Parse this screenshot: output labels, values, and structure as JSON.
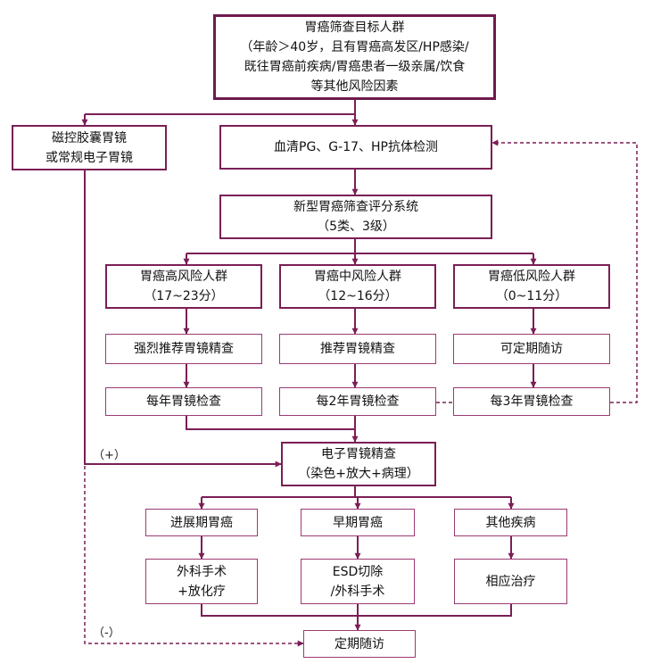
{
  "colors": {
    "stroke": "#7a1f55",
    "border": "#7a1f55",
    "text": "#111111"
  },
  "nodes": {
    "target": [
      "胃癌筛查目标人群",
      "（年龄＞40岁，且有胃癌高发区/HP感染/",
      "既往胃癌前疾病/胃癌患者一级亲属/饮食",
      "等其他风险因素"
    ],
    "capsule": [
      "磁控胶囊胃镜",
      "或常规电子胃镜"
    ],
    "serum": [
      "血清PG、G-17、HP抗体检测"
    ],
    "scoring": [
      "新型胃癌筛查评分系统",
      "（5类、3级）"
    ],
    "high": [
      "胃癌高风险人群",
      "（17~23分）"
    ],
    "mid": [
      "胃癌中风险人群",
      "（12~16分）"
    ],
    "low": [
      "胃癌低风险人群",
      "（0~11分）"
    ],
    "high_rec": [
      "强烈推荐胃镜精查"
    ],
    "mid_rec": [
      "推荐胃镜精查"
    ],
    "low_rec": [
      "可定期随访"
    ],
    "high_fu": [
      "每年胃镜检查"
    ],
    "mid_fu": [
      "每2年胃镜检查"
    ],
    "low_fu": [
      "每3年胃镜检查"
    ],
    "endoscopy": [
      "电子胃镜精查",
      "（染色+放大+病理）"
    ],
    "advanced": [
      "进展期胃癌"
    ],
    "early": [
      "早期胃癌"
    ],
    "other": [
      "其他疾病"
    ],
    "surgery": [
      "外科手术",
      "+放化疗"
    ],
    "esd": [
      "ESD切除",
      "/外科手术"
    ],
    "treat": [
      "相应治疗"
    ],
    "regular": [
      "定期随访"
    ]
  },
  "labels": {
    "positive": "（+）",
    "negative": "（-）"
  }
}
